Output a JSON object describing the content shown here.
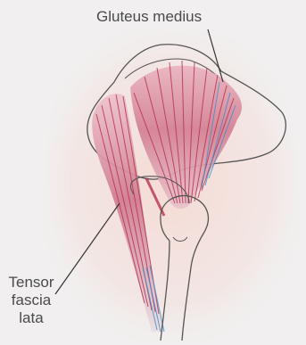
{
  "labels": {
    "gluteus_medius": "Gluteus medius",
    "tensor_fascia_lata": [
      "Tensor",
      "fascia",
      "lata"
    ]
  },
  "colors": {
    "background": "#f1efef",
    "skin_glow": "#f6d9d2",
    "muscle_fill": "#d98b9d",
    "muscle_line": "#b8334f",
    "tendon_line": "#3a8fc9",
    "outline": "#555555",
    "label_text": "#4a4a4a",
    "leader_line": "#333333"
  }
}
